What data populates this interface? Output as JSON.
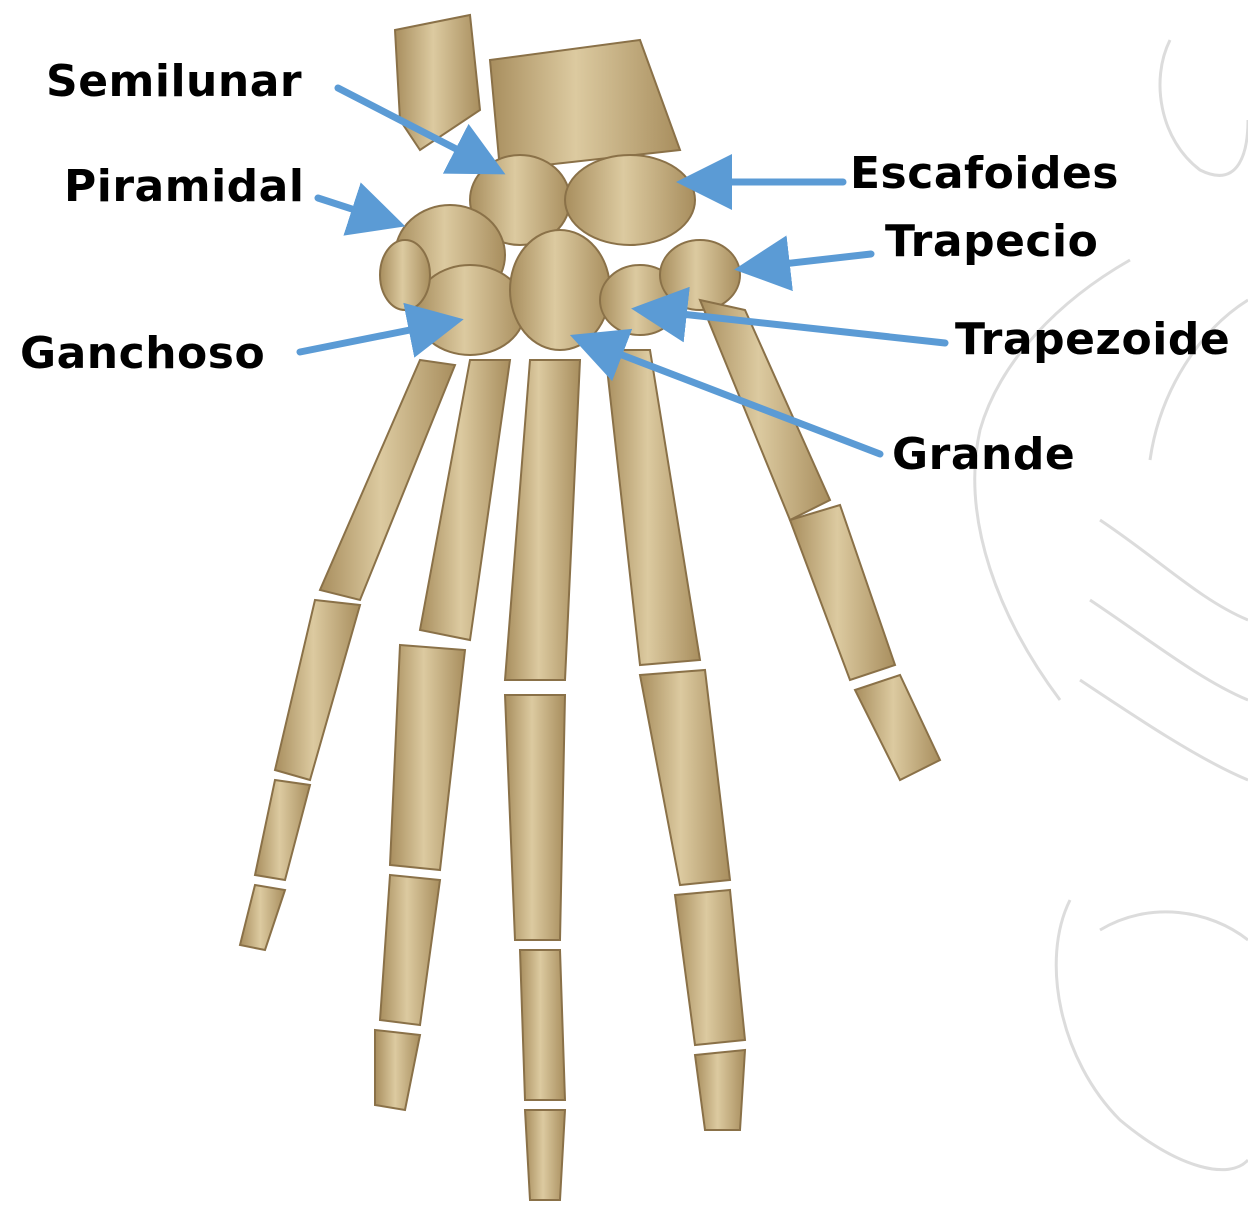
{
  "colors": {
    "bone": "#c9b48a",
    "bone_shade": "#9c8458",
    "bone_light": "#e2d3ae",
    "arrow": "#5b9bd5",
    "label": "#000000",
    "background_sketch": "#d8d8d8"
  },
  "labels": {
    "semilunar": "Semilunar",
    "piramidal": "Piramidal",
    "ganchoso": "Ganchoso",
    "escafoides": "Escafoides",
    "trapecio": "Trapecio",
    "trapezoide": "Trapezoide",
    "grande": "Grande"
  }
}
